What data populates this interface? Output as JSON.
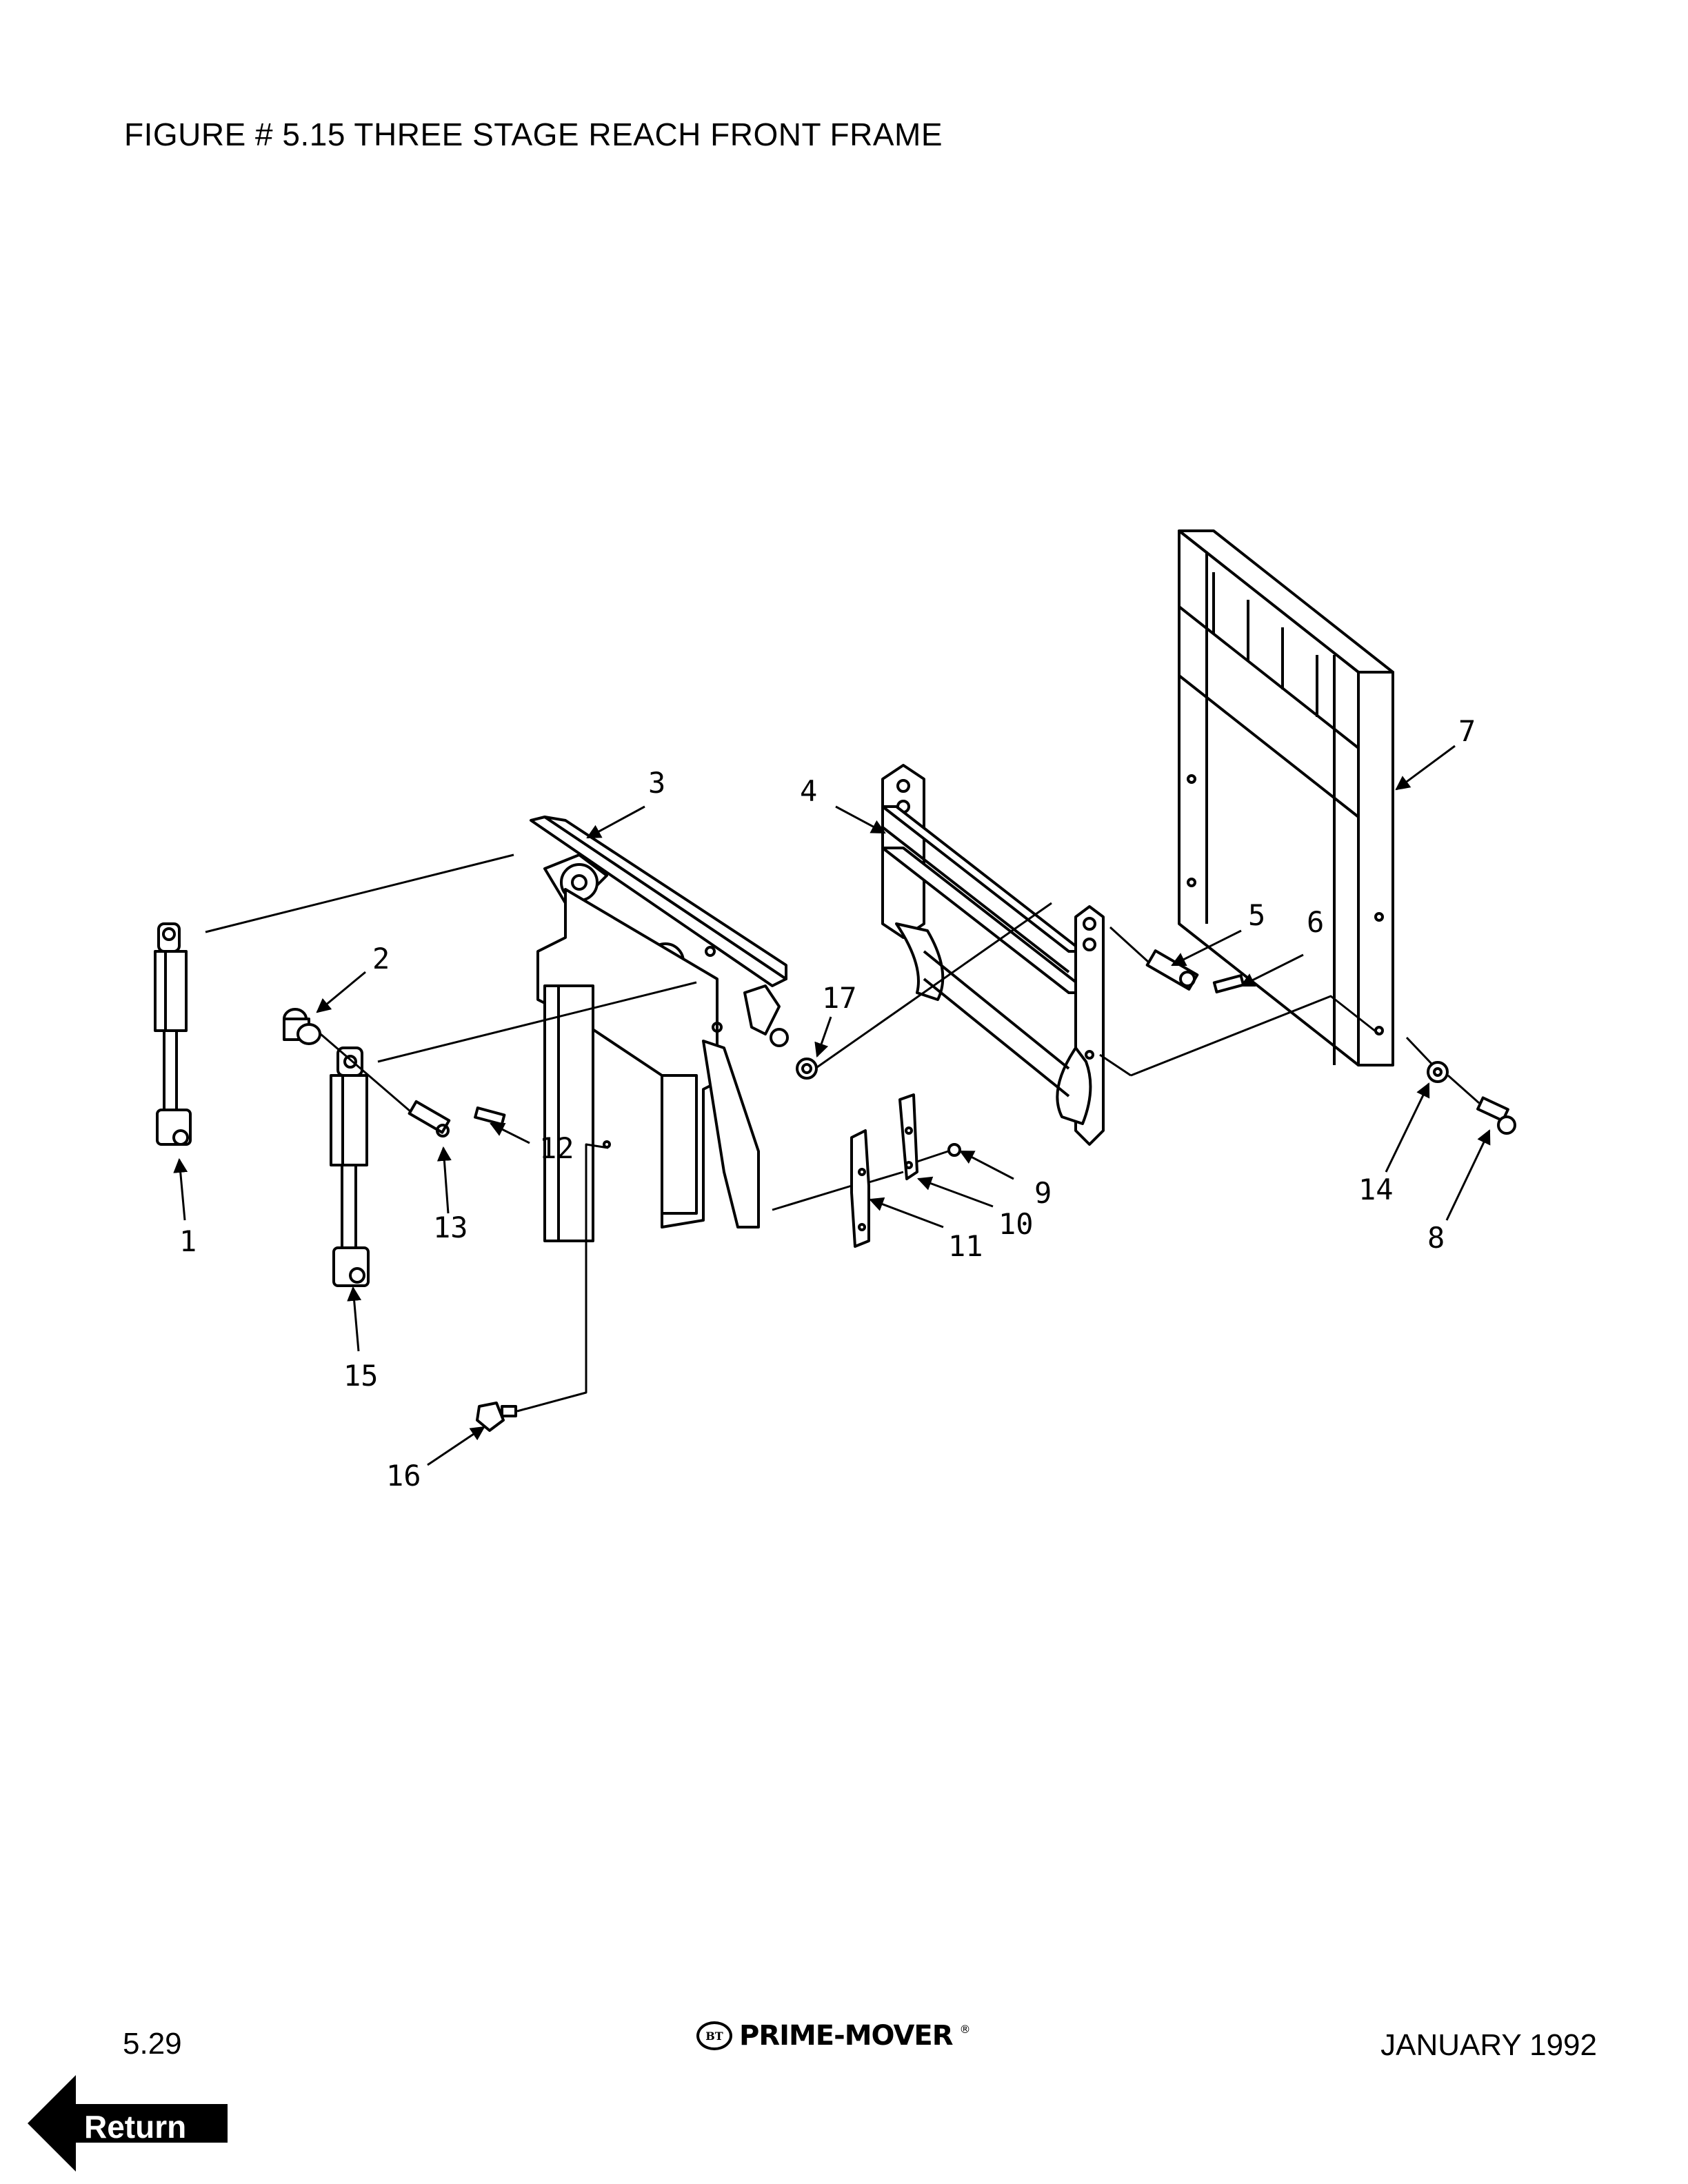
{
  "header": {
    "title": "FIGURE # 5.15  THREE STAGE REACH FRONT FRAME"
  },
  "diagram": {
    "callouts": [
      {
        "id": "c1",
        "label": "1"
      },
      {
        "id": "c2",
        "label": "2"
      },
      {
        "id": "c3",
        "label": "3"
      },
      {
        "id": "c4",
        "label": "4"
      },
      {
        "id": "c5",
        "label": "5"
      },
      {
        "id": "c6",
        "label": "6"
      },
      {
        "id": "c7",
        "label": "7"
      },
      {
        "id": "c8",
        "label": "8"
      },
      {
        "id": "c9",
        "label": "9"
      },
      {
        "id": "c10",
        "label": "10"
      },
      {
        "id": "c11",
        "label": "11"
      },
      {
        "id": "c12",
        "label": "12"
      },
      {
        "id": "c13",
        "label": "13"
      },
      {
        "id": "c14",
        "label": "14"
      },
      {
        "id": "c15",
        "label": "15"
      },
      {
        "id": "c16",
        "label": "16"
      },
      {
        "id": "c17",
        "label": "17"
      }
    ]
  },
  "footer": {
    "page_number": "5.29",
    "brand_mark": "BT",
    "brand": "PRIME-MOVER",
    "registered": "®",
    "date": "JANUARY 1992",
    "return_label": "Return"
  }
}
